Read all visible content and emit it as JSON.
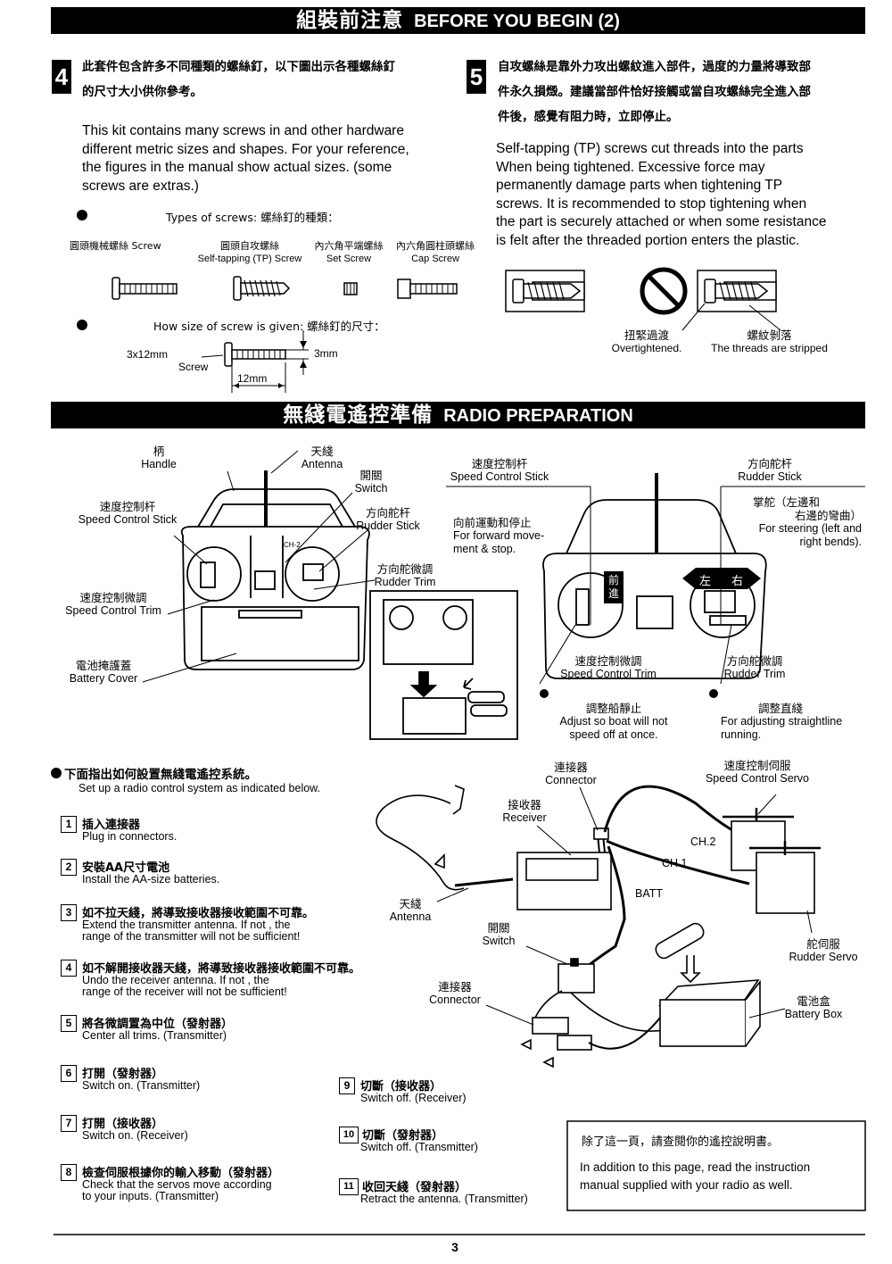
{
  "sec1": {
    "title_zh": "組裝前注意",
    "title_en": "BEFORE YOU BEGIN (2)"
  },
  "step4": {
    "num": "4",
    "zh1": "此套件包含許多不同種類的螺絲釘，以下圖出示各種螺絲釘",
    "zh2": "的尺寸大小供你參考。",
    "en1": "This kit contains many screws in and other hardware",
    "en2": "different metric sizes and shapes. For your reference,",
    "en3": "the figures in the manual show actual sizes. (some",
    "en4": "screws are extras.)",
    "types_label": "Types of screws:  螺絲釘的種類：",
    "screw1": "圓頭機械螺絲 Screw",
    "screw2_zh": "圓頭自攻螺絲",
    "screw2_en": "Self-tapping (TP) Screw",
    "screw3_zh": "內六角平端螺絲",
    "screw3_en": "Set Screw",
    "screw4_zh": "內六角圓柱頭螺絲",
    "screw4_en": "Cap Screw",
    "size_label": "How size of screw is given:  螺絲釘的尺寸：",
    "size_example": "3x12mm",
    "size_screw": "Screw",
    "size_diam": "3mm",
    "size_len": "12mm"
  },
  "step5": {
    "num": "5",
    "zh1": "自攻螺絲是靠外力攻出螺紋進入部件，過度的力量將導致部",
    "zh2": "件永久損燬。建議當部件恰好接觸或當自攻螺絲完全進入部",
    "zh3": "件後，感覺有阻力時，立即停止。",
    "en1": "Self-tapping (TP) screws cut threads into the parts",
    "en2": "When being tightened. Excessive force may",
    "en3": "permanently damage parts when tightening TP",
    "en4": "screws. It is recommended to stop tightening when",
    "en5": "the part is securely attached or when some resistance",
    "en6": "is felt after the threaded portion enters the plastic.",
    "over_zh": "扭緊過渡",
    "over_en": "Overtightened.",
    "strip_zh": "螺紋剝落",
    "strip_en": "The threads are stripped"
  },
  "sec2": {
    "title_zh": "無綫電遙控準備",
    "title_en": "RADIO PREPARATION"
  },
  "tx_left": {
    "handle_zh": "柄",
    "handle_en": "Handle",
    "antenna_zh": "天綫",
    "antenna_en": "Antenna",
    "switch_zh": "開關",
    "switch_en": "Switch",
    "rudder_zh": "方向舵杆",
    "rudder_en": "Rudder Stick",
    "rtrim_zh": "方向舵微調",
    "rtrim_en": "Rudder Trim",
    "speed_zh": "速度控制杆",
    "speed_en": "Speed Control Stick",
    "strim_zh": "速度控制微調",
    "strim_en": "Speed Control Trim",
    "batt_zh": "電池掩護蓋",
    "batt_en": "Battery Cover",
    "ch2": "CH-2"
  },
  "tx_right": {
    "speed_zh": "速度控制杆",
    "speed_en": "Speed Control Stick",
    "rudder_zh": "方向舵杆",
    "rudder_en": "Rudder Stick",
    "fwd_zh": "向前運動和停止",
    "fwd_en1": "For forward move-",
    "fwd_en2": "ment & stop.",
    "steer_zh1": "掌舵（左邊和",
    "steer_zh2": "右邊的彎曲）",
    "steer_en1": "For steering (left and",
    "steer_en2": "right bends).",
    "strim_zh": "速度控制微調",
    "strim_en": "Speed Control Trim",
    "rtrim_zh": "方向舵微調",
    "rtrim_en": "Rudder Trim",
    "adj_zh": "調整船靜止",
    "adj_en1": "Adjust so boat will not",
    "adj_en2": "speed off at once.",
    "str_zh": "調整直綫",
    "str_en1": "For adjusting straightline",
    "str_en2": "running.",
    "fwd_glyph": "前進",
    "left_glyph": "左",
    "right_glyph": "右"
  },
  "setup": {
    "intro_zh": "下面指出如何設置無綫電遙控系統。",
    "intro_en": "Set up a radio control system as indicated below.",
    "steps": [
      {
        "n": "1",
        "zh": "插入連接器",
        "en": "Plug in connectors."
      },
      {
        "n": "2",
        "zh": "安裝AA尺寸電池",
        "en": "Install the AA-size batteries."
      },
      {
        "n": "3",
        "zh": "如不拉天綫，將導致接收器接收範圍不可靠。",
        "en": "Extend the transmitter antenna.  If not , the",
        "en2": "range of the transmitter will not be sufficient!"
      },
      {
        "n": "4",
        "zh": "如不解開接收器天綫，將導致接收器接收範圍不可靠。",
        "en": "Undo the receiver antenna.   If not , the",
        "en2": "range of the  receiver will not be sufficient!"
      },
      {
        "n": "5",
        "zh": "將各微調置為中位（發射器）",
        "en": "Center all trims.  (Transmitter)"
      },
      {
        "n": "6",
        "zh": "打開（發射器）",
        "en": "Switch on.  (Transmitter)"
      },
      {
        "n": "7",
        "zh": "打開（接收器）",
        "en": "Switch on.  (Receiver)"
      },
      {
        "n": "8",
        "zh": "檢查伺服根據你的輸入移動（發射器）",
        "en": "Check that the servos move according",
        "en2": "to your inputs.   (Transmitter)"
      },
      {
        "n": "9",
        "zh": "切斷（接收器）",
        "en": "Switch off.  (Receiver)"
      },
      {
        "n": "10",
        "zh": "切斷（發射器）",
        "en": "Switch off.  (Transmitter)"
      },
      {
        "n": "11",
        "zh": "收回天綫（發射器）",
        "en": "Retract the antenna.   (Transmitter)"
      }
    ],
    "connector_zh": "連接器",
    "connector_en": "Connector",
    "receiver_zh": "接收器",
    "receiver_en": "Receiver",
    "antenna_zh": "天綫",
    "antenna_en": "Antenna",
    "switch_zh": "開關",
    "switch_en": "Switch",
    "connector2_zh": "連接器",
    "connector2_en": "Connector",
    "sservo_zh": "速度控制伺服",
    "sservo_en": "Speed Control Servo",
    "rservo_zh": "舵伺服",
    "rservo_en": "Rudder Servo",
    "bbox_zh": "電池盒",
    "bbox_en": "Battery Box",
    "ch1": "CH.1",
    "ch2": "CH.2",
    "batt": "BATT"
  },
  "note": {
    "zh": "除了這一頁，請查閱你的遙控說明書。",
    "en1": "In addition to this page, read the instruction",
    "en2": "manual supplied with your radio as well."
  },
  "page_number": "3"
}
